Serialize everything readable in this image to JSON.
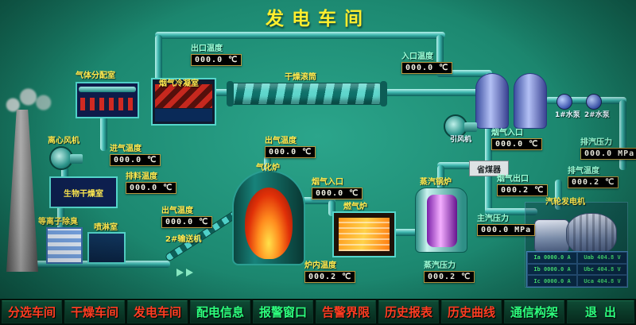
{
  "title": "发电车间",
  "labels": {
    "gas_distribution": "气体分配室",
    "flue_condenser": "烟气冷凝室",
    "drying_drum": "干燥滚筒",
    "centrifugal_fan": "离心风机",
    "bio_drying_room": "生物干燥室",
    "plasma_deodorizer": "等离子除臭",
    "spray_room": "喷淋室",
    "conveyor2": "2#输送机",
    "gasifier": "气化炉",
    "gas_furnace": "燃气炉",
    "steam_boiler": "蒸汽锅炉",
    "economizer": "省煤器",
    "induced_fan": "引风机",
    "turbine_generator": "汽轮发电机",
    "pump1": "1#水泵",
    "pump2": "2#水泵"
  },
  "gauges": [
    {
      "label": "出口温度",
      "value": "000.0 ℃"
    },
    {
      "label": "入口温度",
      "value": "000.0 ℃"
    },
    {
      "label": "进气温度",
      "value": "000.0 ℃"
    },
    {
      "label": "排料温度",
      "value": "000.0 ℃"
    },
    {
      "label": "出气温度",
      "value": "000.0 ℃"
    },
    {
      "label": "出气温度",
      "value": "000.0 ℃"
    },
    {
      "label": "烟气入口",
      "value": "000.0 ℃"
    },
    {
      "label": "炉内温度",
      "value": "000.2 ℃"
    },
    {
      "label": "烟气入口",
      "value": "000.0 ℃"
    },
    {
      "label": "烟气出口",
      "value": "000.2 ℃"
    },
    {
      "label": "主汽压力",
      "value": "000.0 MPa"
    },
    {
      "label": "蒸汽压力",
      "value": "000.2 ℃"
    },
    {
      "label": "排气温度",
      "value": "000.2 ℃"
    },
    {
      "label": "排汽压力",
      "value": "000.0 MPa"
    }
  ],
  "panel": {
    "rows": [
      [
        "Ia 0000.0 A",
        "Uab 404.8 V"
      ],
      [
        "Ib 0000.0 A",
        "Ubc 404.8 V"
      ],
      [
        "Ic 0000.0 A",
        "Uca 404.8 V"
      ]
    ]
  },
  "nav": {
    "buttons": [
      {
        "label": "分选车间",
        "color": "#ff3d22"
      },
      {
        "label": "干燥车间",
        "color": "#ff3d22"
      },
      {
        "label": "发电车间",
        "color": "#ff3d22"
      },
      {
        "label": "配电信息",
        "color": "#2dff7e"
      },
      {
        "label": "报警窗口",
        "color": "#2dff7e"
      },
      {
        "label": "告警界限",
        "color": "#ff3d22"
      },
      {
        "label": "历史报表",
        "color": "#ff3d22"
      },
      {
        "label": "历史曲线",
        "color": "#ff3d22"
      },
      {
        "label": "通信构架",
        "color": "#2dff7e"
      },
      {
        "label": "退出",
        "color": "#2dff7e"
      }
    ]
  },
  "colors": {
    "background": "#1d8a72",
    "pipe": "#3fb8b0",
    "label_yellow": "#ffe94f",
    "label_green": "#9dffd8",
    "display_bg": "#000000",
    "nav_red": "#ff3d22",
    "nav_green": "#2dff7e"
  }
}
